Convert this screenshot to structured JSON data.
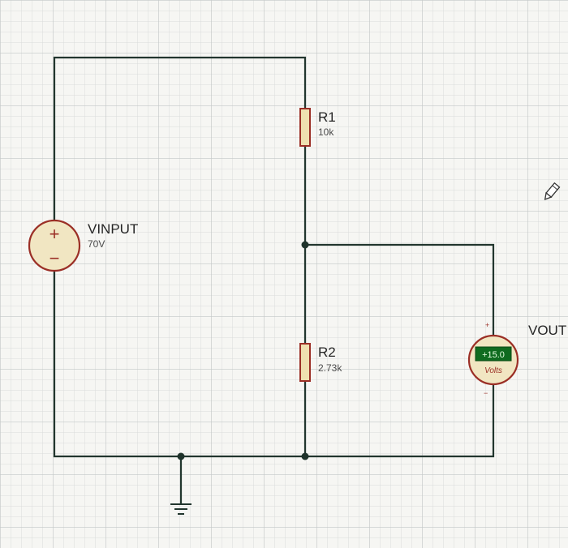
{
  "source": {
    "name": "VINPUT",
    "value": "70V",
    "plus_symbol": "+",
    "minus_symbol": "−"
  },
  "resistors": [
    {
      "name": "R1",
      "value": "10k"
    },
    {
      "name": "R2",
      "value": "2.73k"
    }
  ],
  "voltmeter": {
    "name": "VOUT",
    "reading": "+15.0",
    "unit": "Volts",
    "plus_symbol": "+",
    "minus_symbol": "−"
  },
  "colors": {
    "wire": "#22362e",
    "resistor_outline": "#9b2f26",
    "resistor_fill": "#efe0b0",
    "source_outline": "#9b2f26",
    "meter_display_bg": "#0f6b1f",
    "meter_display_text": "#e6ffe0",
    "grid_minor": "#d9dcdb",
    "grid_major": "#c4c8c7"
  },
  "icons": [
    "dc-voltage-source-icon",
    "resistor-icon",
    "ground-icon",
    "voltmeter-icon",
    "pencil-cursor-icon"
  ]
}
